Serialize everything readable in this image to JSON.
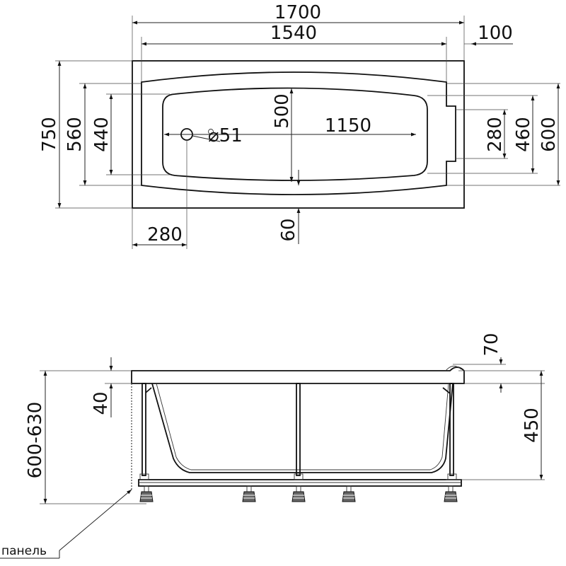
{
  "top_view": {
    "overall_length": "1700",
    "inner_length": "1540",
    "rim_right": "100",
    "bowl_length": "1150",
    "overall_width": "750",
    "inner_width": "560",
    "bowl_width_left": "440",
    "bowl_depth_center": "500",
    "bowl_width_right_inner": "280",
    "bowl_width_right": "460",
    "overall_width_right": "600",
    "drain_diameter": "⌀51",
    "drain_offset": "280",
    "rim_bottom": "60"
  },
  "side_view": {
    "total_height": "600-630",
    "rim_thickness": "40",
    "headrest_height": "70",
    "bowl_depth": "450",
    "panel_label": "панель"
  },
  "colors": {
    "line": "#111111",
    "background": "#ffffff"
  }
}
